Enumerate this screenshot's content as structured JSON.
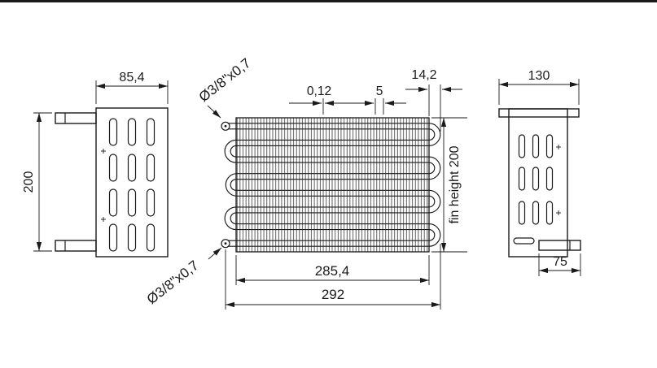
{
  "style": {
    "line_color": "#1a1a1a",
    "background": "#ffffff"
  },
  "left_view": {
    "width_dim": "85,4",
    "height_dim": "200"
  },
  "front_view": {
    "tube_spec_top": "Ø3/8\"x0,7",
    "tube_spec_bottom": "Ø3/8\"x0,7",
    "fin_thickness_dim": "0,12",
    "fin_pitch_dim": "5",
    "end_offset_dim": "14,2",
    "fin_height_dim": "fin height 200",
    "fin_length_dim": "285,4",
    "overall_length_dim": "292"
  },
  "right_view": {
    "width_dim": "130",
    "bracket_dim": "75"
  }
}
